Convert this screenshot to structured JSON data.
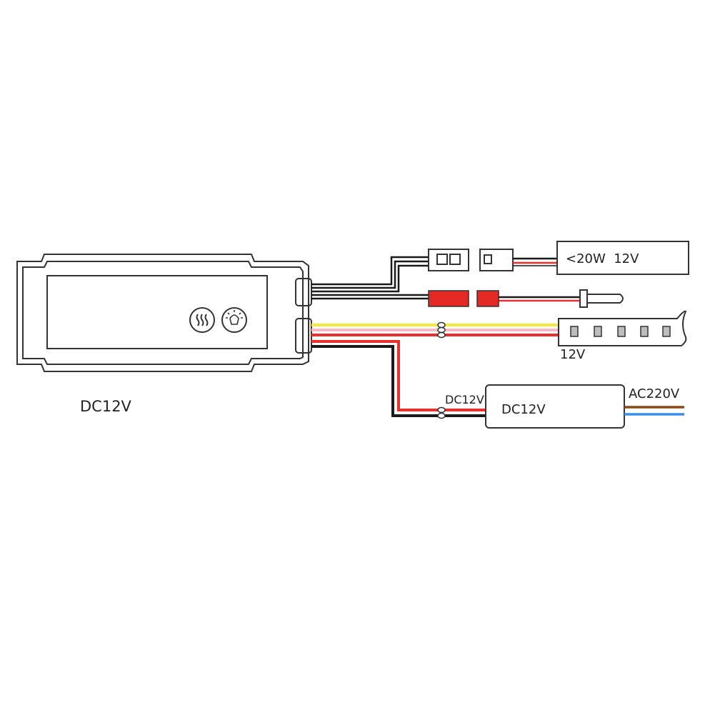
{
  "controller": {
    "label": "DC12V",
    "buttons": [
      {
        "icon": "heat-waves-icon"
      },
      {
        "icon": "light-bulb-touch-icon"
      }
    ]
  },
  "mirror_heater": {
    "label": "<20W  12V"
  },
  "led_strip": {
    "label": "12V"
  },
  "power_supply": {
    "body_label": "DC12V",
    "output_label": "DC12V",
    "input_label": "AC220V"
  },
  "colors": {
    "outline": "#333333",
    "wire_black": "#1a1a1a",
    "wire_red": "#e8312d",
    "wire_yellow": "#f2ea3c",
    "wire_pink": "#f6b9c6",
    "wire_brown": "#8a4a1c",
    "wire_blue": "#3a8ee6",
    "connector_red": "#e42824"
  }
}
